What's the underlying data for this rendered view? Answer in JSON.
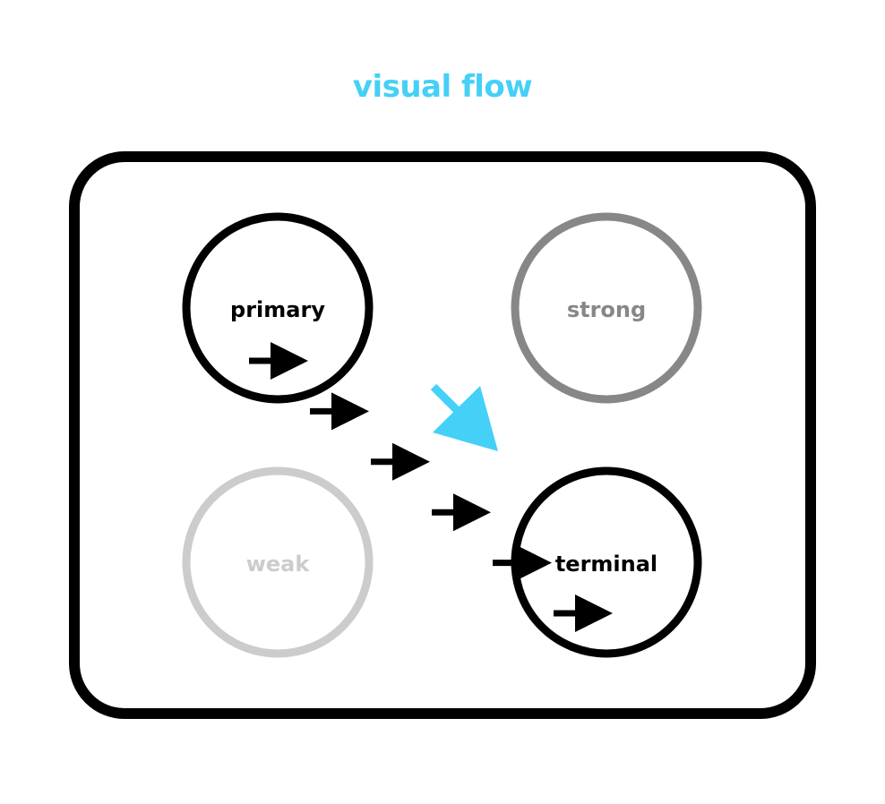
{
  "title": "visual flow",
  "colors": {
    "accent": "#45d0f7",
    "black": "#000000",
    "strong_gray": "#878787",
    "weak_gray": "#cccccc",
    "background": "#ffffff"
  },
  "nodes": {
    "primary": {
      "label": "primary",
      "color": "#000000"
    },
    "strong": {
      "label": "strong",
      "color": "#878787"
    },
    "weak": {
      "label": "weak",
      "color": "#cccccc"
    },
    "terminal": {
      "label": "terminal",
      "color": "#000000"
    }
  },
  "flow_arrow_count": 6,
  "accent_arrow": {
    "direction": "down-right",
    "color": "#45d0f7"
  }
}
